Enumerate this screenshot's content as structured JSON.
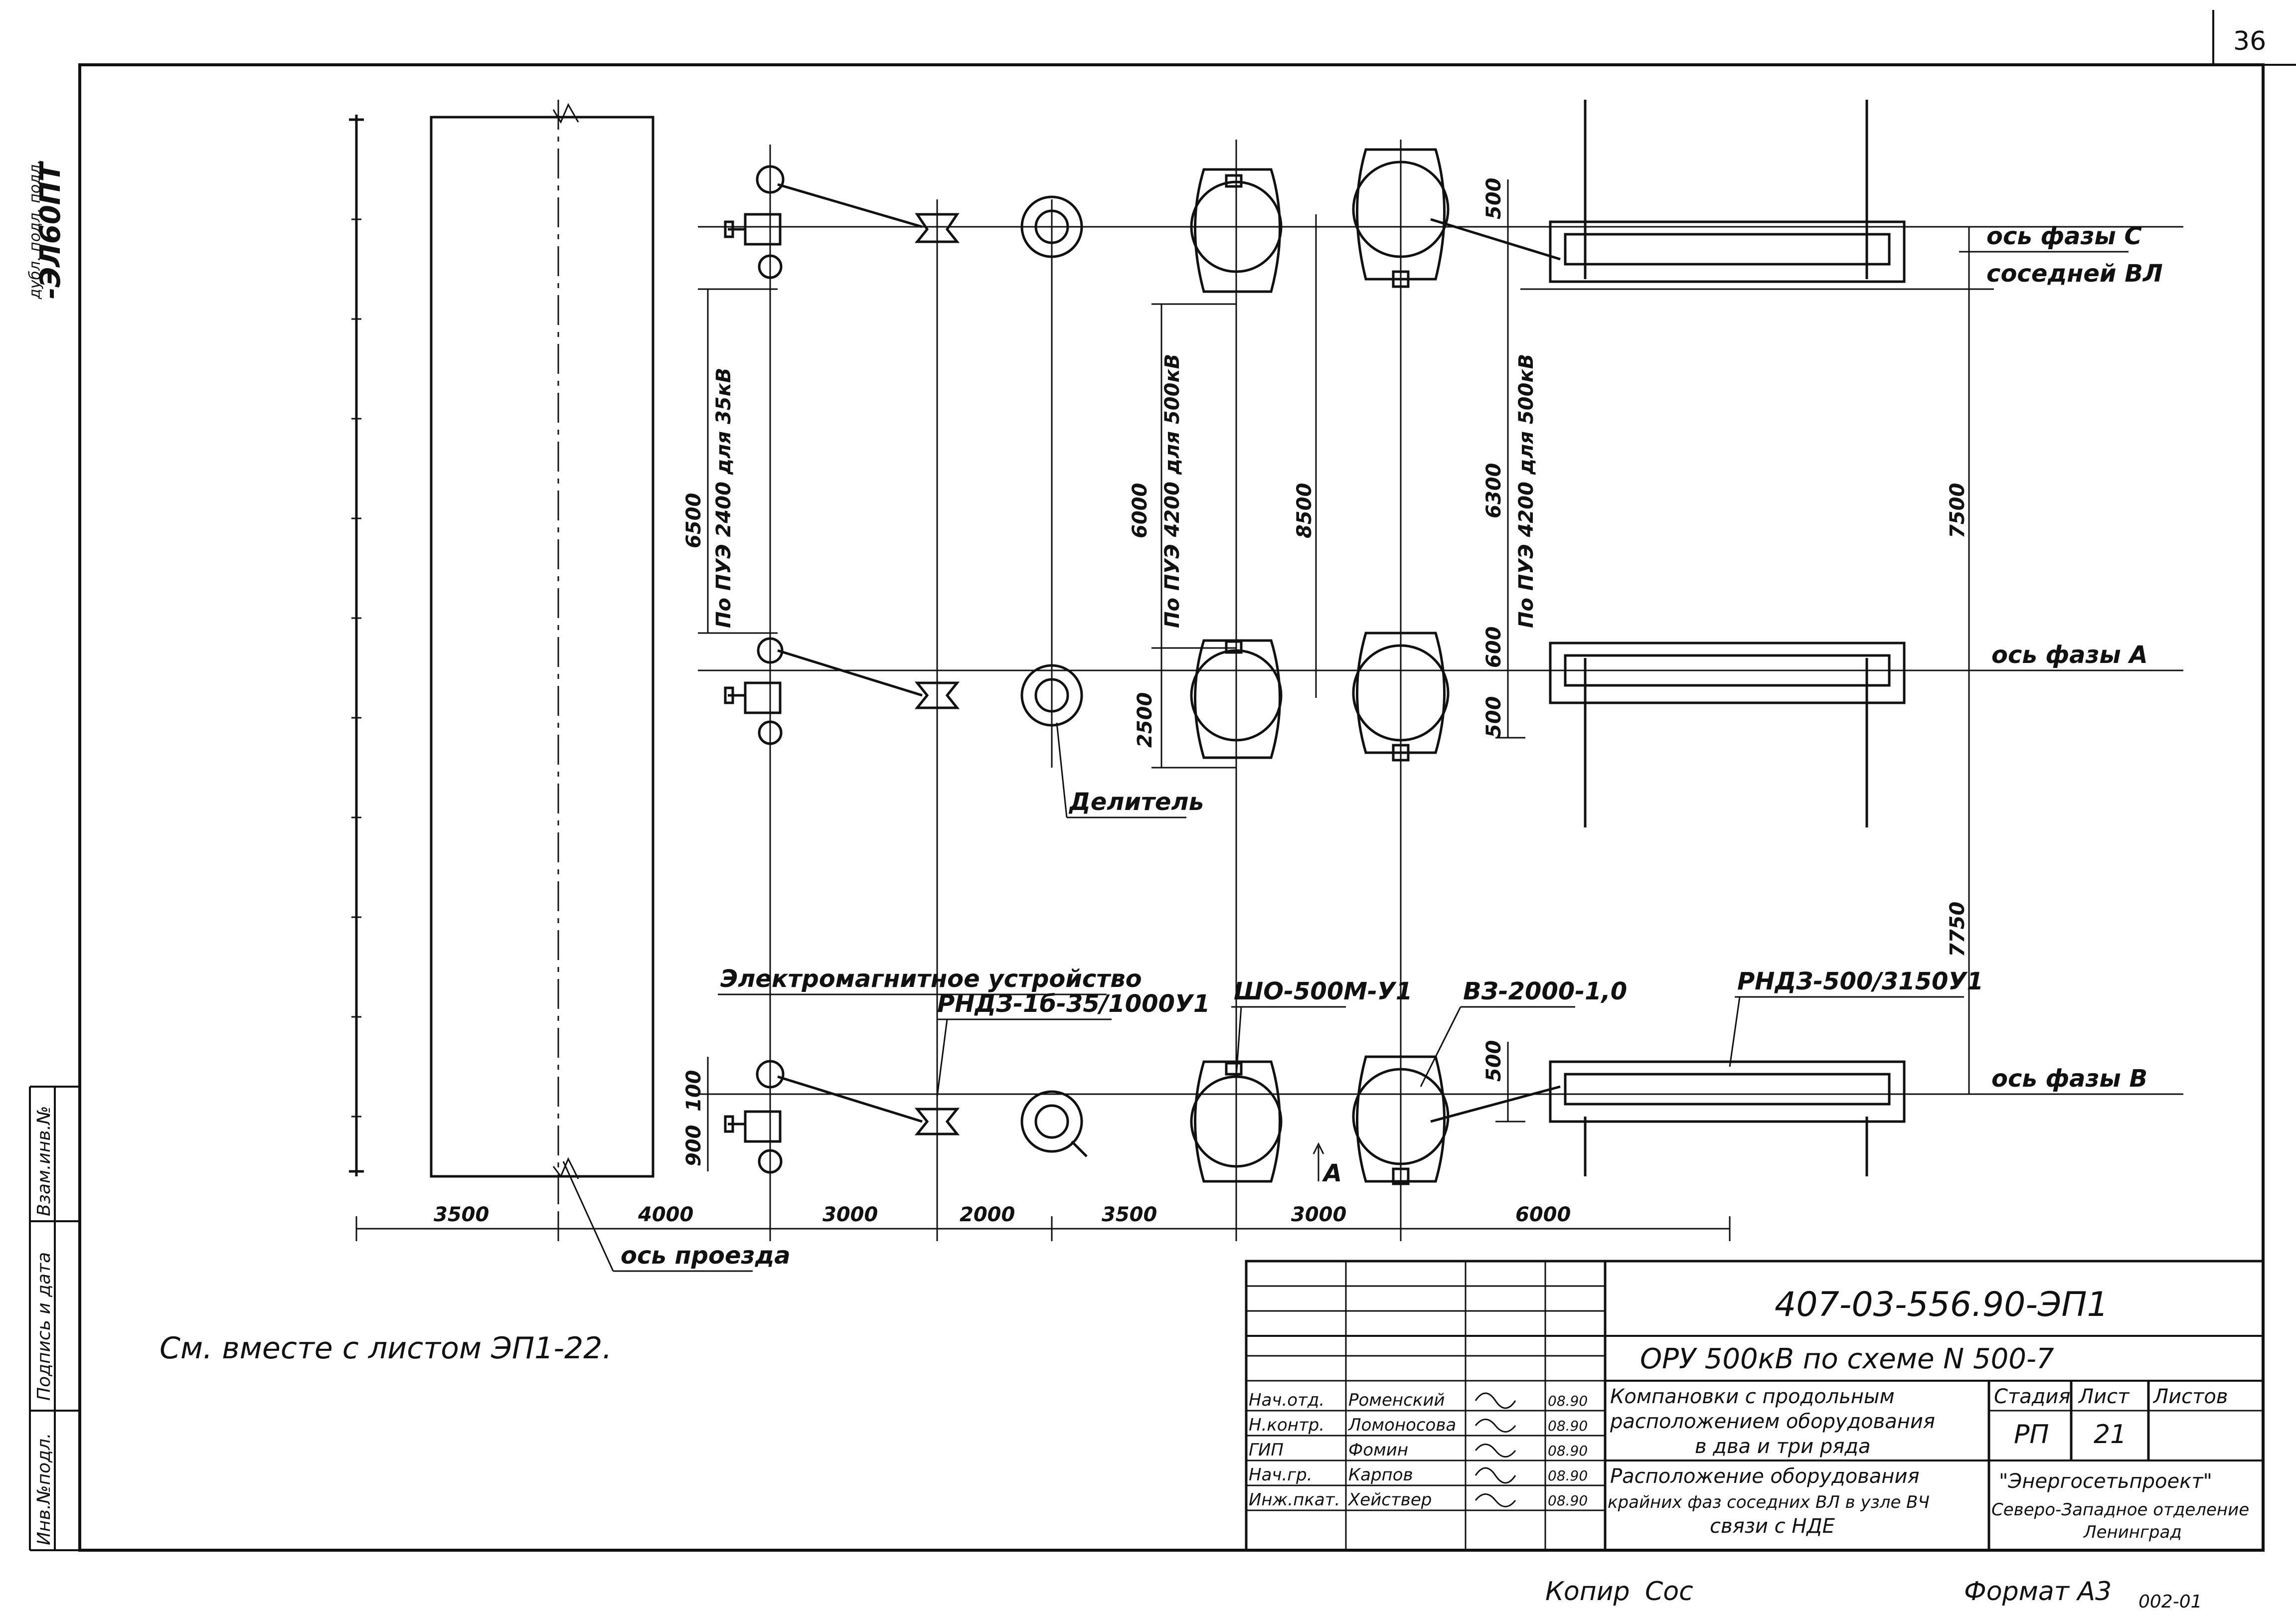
{
  "sheet": {
    "page_number": "36",
    "stamp_left": "-ЭЛ60ПТ",
    "stamp_left_small": "дубл. подл. подл.",
    "see_also": "См. вместе с листом ЭП1-22.",
    "copy_label": "Копир",
    "copy_sign": "Сос",
    "format_label": "Формат А3",
    "format_tail": "002-01"
  },
  "side_columns": {
    "inv_podl": "Инв.№подл.",
    "podpis_data": "Подпись и дата",
    "vzam_inv": "Взам.инв.№"
  },
  "equipment_labels": {
    "delitel": "Делитель",
    "electromagnetic": "Электромагнитное устройство",
    "rnd_35": "РНДЗ-1б-35/1000У1",
    "sho": "ШО-500М-У1",
    "vz": "ВЗ-2000-1,0",
    "rnd_500": "РНДЗ-500/3150У1",
    "os_proezda": "ось проезда",
    "view_a": "А"
  },
  "phase_labels": {
    "c_line1": "ось фазы С",
    "c_line2": "соседней ВЛ",
    "a": "ось фазы А",
    "b": "ось фазы В"
  },
  "dimensions": {
    "bottom": [
      "3500",
      "4000",
      "3000",
      "2000",
      "3500",
      "3000",
      "6000"
    ],
    "v6500": "6500",
    "v_puе35": "По ПУЭ 2400 для 35кВ",
    "v6000": "6000",
    "v_pue500a": "По ПУЭ 4200 для 500кВ",
    "v8500": "8500",
    "v6300": "6300",
    "v_pue500b": "По ПУЭ 4200 для 500кВ",
    "v7500": "7500",
    "v7750": "7750",
    "v2500": "2500",
    "v500a": "500",
    "v600": "600",
    "v500b": "500",
    "v500c": "500",
    "v100": "100",
    "v900": "900"
  },
  "title_block": {
    "doc_code": "407-03-556.90-ЭП1",
    "project": "ОРУ 500кВ по схеме N 500-7",
    "desc1_l1": "Компановки с продольным",
    "desc1_l2": "расположением оборудования",
    "desc1_l3": "в два и три ряда",
    "desc2_l1": "Расположение оборудования",
    "desc2_l2": "крайних фаз соседних ВЛ в узле ВЧ",
    "desc2_l3": "связи с НДЕ",
    "stage_hdr": "Стадия",
    "sheet_hdr": "Лист",
    "sheets_hdr": "Листов",
    "stage": "РП",
    "sheet_no": "21",
    "org_l1": "\"Энергосетьпроект\"",
    "org_l2": "Северо-Западное отделение",
    "org_l3": "Ленинград",
    "people": [
      {
        "role": "Нач.отд.",
        "name": "Роменский",
        "date": "08.90"
      },
      {
        "role": "Н.контр.",
        "name": "Ломоносова",
        "date": "08.90"
      },
      {
        "role": "ГИП",
        "name": "Фомин",
        "date": "08.90"
      },
      {
        "role": "Нач.гр.",
        "name": "Карпов",
        "date": "08.90"
      },
      {
        "role": "Инж.пкат.",
        "name": "Хействер",
        "date": "08.90"
      }
    ]
  }
}
